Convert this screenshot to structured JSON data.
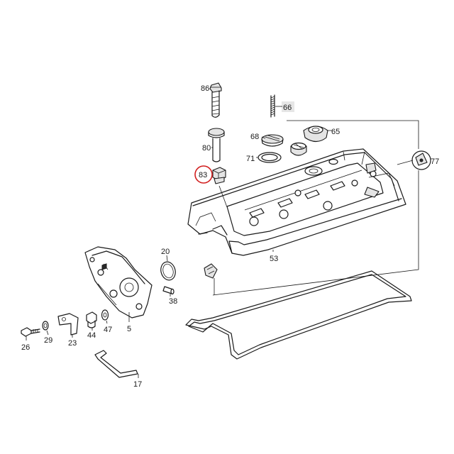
{
  "labels": {
    "p86": "86",
    "p66": "66",
    "p68": "68",
    "p65": "65",
    "p80": "80",
    "p71": "71",
    "p77": "77",
    "p83": "83",
    "p53": "53",
    "p20": "20",
    "p38": "38",
    "p26": "26",
    "p29": "29",
    "p23": "23",
    "p44": "44",
    "p47": "47",
    "p5": "5",
    "p17": "17"
  },
  "highlight": {
    "part": "83",
    "color": "#d21f1f"
  }
}
